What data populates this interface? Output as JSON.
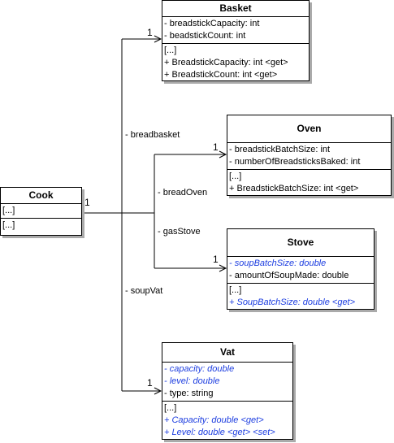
{
  "classes": {
    "cook": {
      "name": "Cook",
      "attributes": [
        "[...]"
      ],
      "operations": [
        "[...]"
      ]
    },
    "basket": {
      "name": "Basket",
      "attributes": [
        {
          "text": "- breadstickCapacity: int",
          "abstract": false
        },
        {
          "text": "- beadstickCount: int",
          "abstract": false
        }
      ],
      "operations": [
        {
          "text": "[...]",
          "abstract": false
        },
        {
          "text": "+ BreadstickCapacity: int <get>",
          "abstract": false
        },
        {
          "text": "+ BreadstickCount: int <get>",
          "abstract": false
        }
      ]
    },
    "oven": {
      "name": "Oven",
      "attributes": [
        {
          "text": "- breadstickBatchSize: int",
          "abstract": false
        },
        {
          "text": "- numberOfBreadsticksBaked: int",
          "abstract": false
        }
      ],
      "operations": [
        {
          "text": "[...]",
          "abstract": false
        },
        {
          "text": "+ BreadstickBatchSize: int <get>",
          "abstract": false
        }
      ]
    },
    "stove": {
      "name": "Stove",
      "attributes": [
        {
          "text": "- soupBatchSize: double",
          "abstract": true
        },
        {
          "text": "- amountOfSoupMade: double",
          "abstract": false
        }
      ],
      "operations": [
        {
          "text": "[...]",
          "abstract": false
        },
        {
          "text": "+ SoupBatchSize: double <get>",
          "abstract": true
        }
      ]
    },
    "vat": {
      "name": "Vat",
      "attributes": [
        {
          "text": "- capacity: double",
          "abstract": true
        },
        {
          "text": "- level: double",
          "abstract": true
        },
        {
          "text": "-  type: string",
          "abstract": false
        }
      ],
      "operations": [
        {
          "text": "[...]",
          "abstract": false
        },
        {
          "text": "+ Capacity: double <get>",
          "abstract": true
        },
        {
          "text": "+ Level: double <get> <set>",
          "abstract": true
        }
      ]
    }
  },
  "associations": {
    "breadbasket": "- breadbasket",
    "breadOven": "- breadOven",
    "gasStove": "- gasStove",
    "soupVat": "- soupVat"
  },
  "multiplicities": {
    "cook": "1",
    "basket": "1",
    "oven": "1",
    "stove": "1",
    "vat": "1"
  },
  "colors": {
    "line": "#000000",
    "abstract_text": "#1c3de0",
    "shadow": "#aaaaaa"
  }
}
